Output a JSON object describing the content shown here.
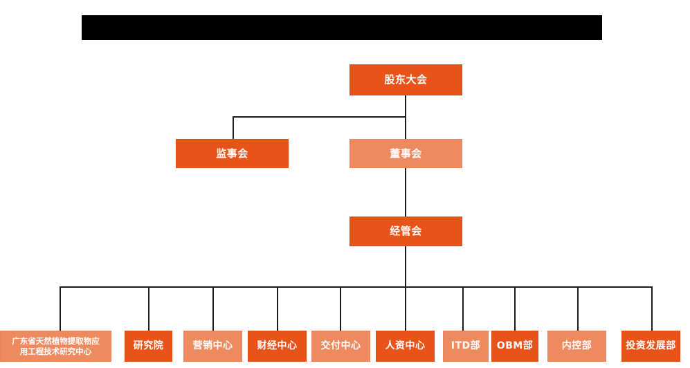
{
  "page": {
    "title_bar": {
      "name": "redacted-title-bar",
      "text": "",
      "color": "#000000"
    },
    "background_color": "#ffffff"
  },
  "palette": {
    "deep_orange": "#E8531A",
    "light_orange": "#EE8A60",
    "connector": "#1a1a1a",
    "text": "#ffffff"
  },
  "org_chart": {
    "type": "org-hierarchy",
    "levels": [
      {
        "level": 1,
        "nodes": [
          {
            "id": "shareholders-meeting",
            "label": "股东大会",
            "tone": "deep"
          }
        ]
      },
      {
        "level": 2,
        "nodes": [
          {
            "id": "board-of-supervisors",
            "label": "监事会",
            "tone": "deep"
          },
          {
            "id": "board-of-directors",
            "label": "董事会",
            "tone": "light"
          }
        ]
      },
      {
        "level": 3,
        "nodes": [
          {
            "id": "management-committee",
            "label": "经管会",
            "tone": "deep"
          }
        ]
      },
      {
        "level": 4,
        "nodes": [
          {
            "id": "guangdong-research-center",
            "label_line1": "广东省天然植物提取物应",
            "label_line2": "用工程技术研究中心",
            "tone": "light"
          },
          {
            "id": "research-institute",
            "label": "研究院",
            "tone": "deep"
          },
          {
            "id": "marketing-center",
            "label": "营销中心",
            "tone": "light"
          },
          {
            "id": "finance-center",
            "label": "财经中心",
            "tone": "deep"
          },
          {
            "id": "delivery-center",
            "label": "交付中心",
            "tone": "light"
          },
          {
            "id": "hr-center",
            "label": "人资中心",
            "tone": "deep"
          },
          {
            "id": "itd-department",
            "label": "ITD部",
            "tone": "light"
          },
          {
            "id": "obm-department",
            "label": "OBM部",
            "tone": "deep"
          },
          {
            "id": "internal-control-department",
            "label": "内控部",
            "tone": "light"
          },
          {
            "id": "investment-development-department",
            "label": "投资发展部",
            "tone": "deep"
          }
        ]
      }
    ],
    "edges": [
      {
        "from": "shareholders-meeting",
        "to": "board-of-supervisors"
      },
      {
        "from": "shareholders-meeting",
        "to": "board-of-directors"
      },
      {
        "from": "board-of-directors",
        "to": "management-committee"
      },
      {
        "from": "management-committee",
        "to": "guangdong-research-center"
      },
      {
        "from": "management-committee",
        "to": "research-institute"
      },
      {
        "from": "management-committee",
        "to": "marketing-center"
      },
      {
        "from": "management-committee",
        "to": "finance-center"
      },
      {
        "from": "management-committee",
        "to": "delivery-center"
      },
      {
        "from": "management-committee",
        "to": "hr-center"
      },
      {
        "from": "management-committee",
        "to": "itd-department"
      },
      {
        "from": "management-committee",
        "to": "obm-department"
      },
      {
        "from": "management-committee",
        "to": "internal-control-department"
      },
      {
        "from": "management-committee",
        "to": "investment-development-department"
      }
    ]
  }
}
